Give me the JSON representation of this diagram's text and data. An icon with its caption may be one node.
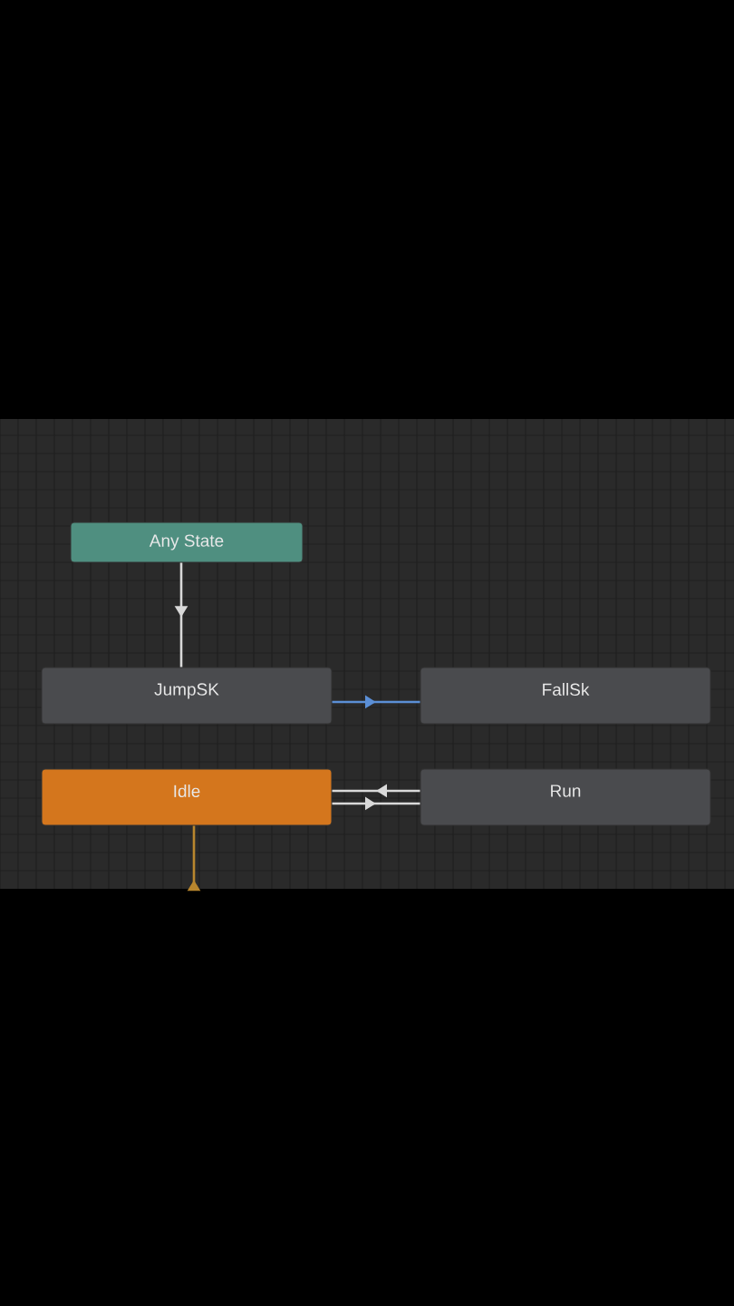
{
  "diagram": {
    "nodes": [
      {
        "text": [
          "Any State"
        ]
      },
      {
        "text": [
          "JumpSK"
        ]
      },
      {
        "text": [
          "FallSk"
        ]
      },
      {
        "text": [
          "Idle"
        ]
      },
      {
        "text": [
          "Run"
        ]
      }
    ],
    "edges": [
      {
        "from": 0,
        "to": 1,
        "arrow": "to"
      },
      {
        "from": 1,
        "to": 2,
        "arrow": "to",
        "color": "#5b8fd6"
      },
      {
        "from": 4,
        "to": 3,
        "arrow": "to"
      },
      {
        "from": 3,
        "to": 4,
        "arrow": "to"
      },
      {
        "from": null,
        "to": 3,
        "arrow": "to",
        "color": "#b8862e"
      }
    ]
  }
}
